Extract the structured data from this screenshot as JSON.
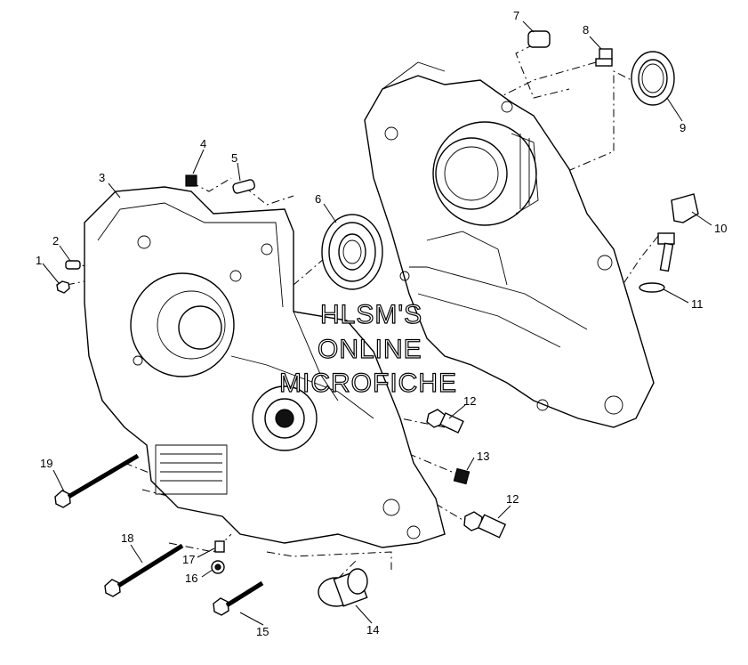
{
  "watermark": {
    "line1": "HLSM'S",
    "line2": "ONLINE",
    "line3": "MICROFICHE"
  },
  "callouts": [
    "1",
    "2",
    "3",
    "4",
    "5",
    "6",
    "7",
    "8",
    "9",
    "10",
    "11",
    "12",
    "13",
    "12",
    "14",
    "15",
    "16",
    "17",
    "18",
    "19"
  ]
}
